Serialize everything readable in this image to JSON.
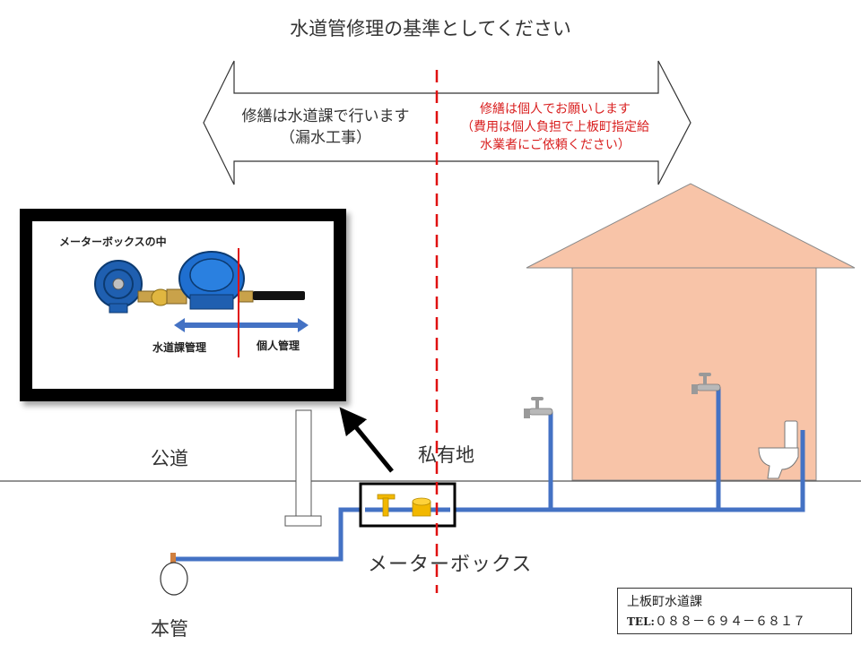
{
  "title": "水道管修理の基準としてください",
  "left_zone": {
    "line1": "修繕は水道課で行います",
    "line2": "（漏水工事）"
  },
  "right_zone": {
    "line1": "修繕は個人でお願いします",
    "line2": "（費用は個人負担で上板町指定給",
    "line3": "水業者にご依頼ください）"
  },
  "inset": {
    "title": "メーターボックスの中",
    "left_label": "水道課管理",
    "right_label": "個人管理"
  },
  "labels": {
    "public_road": "公道",
    "private_land": "私有地",
    "meter_box": "メーターボックス",
    "main_pipe": "本管"
  },
  "contact": {
    "department": "上板町水道課",
    "tel_label": "TEL:",
    "tel_number": "０８８－６９４－６８１７"
  },
  "colors": {
    "boundary_line": "#e01010",
    "pipe": "#4472c4",
    "house": "#f8c4a8",
    "right_text": "#d92020",
    "meter": "#f2b800",
    "faucet_stem": "#e89020",
    "inset_arrow": "#4472c4"
  }
}
